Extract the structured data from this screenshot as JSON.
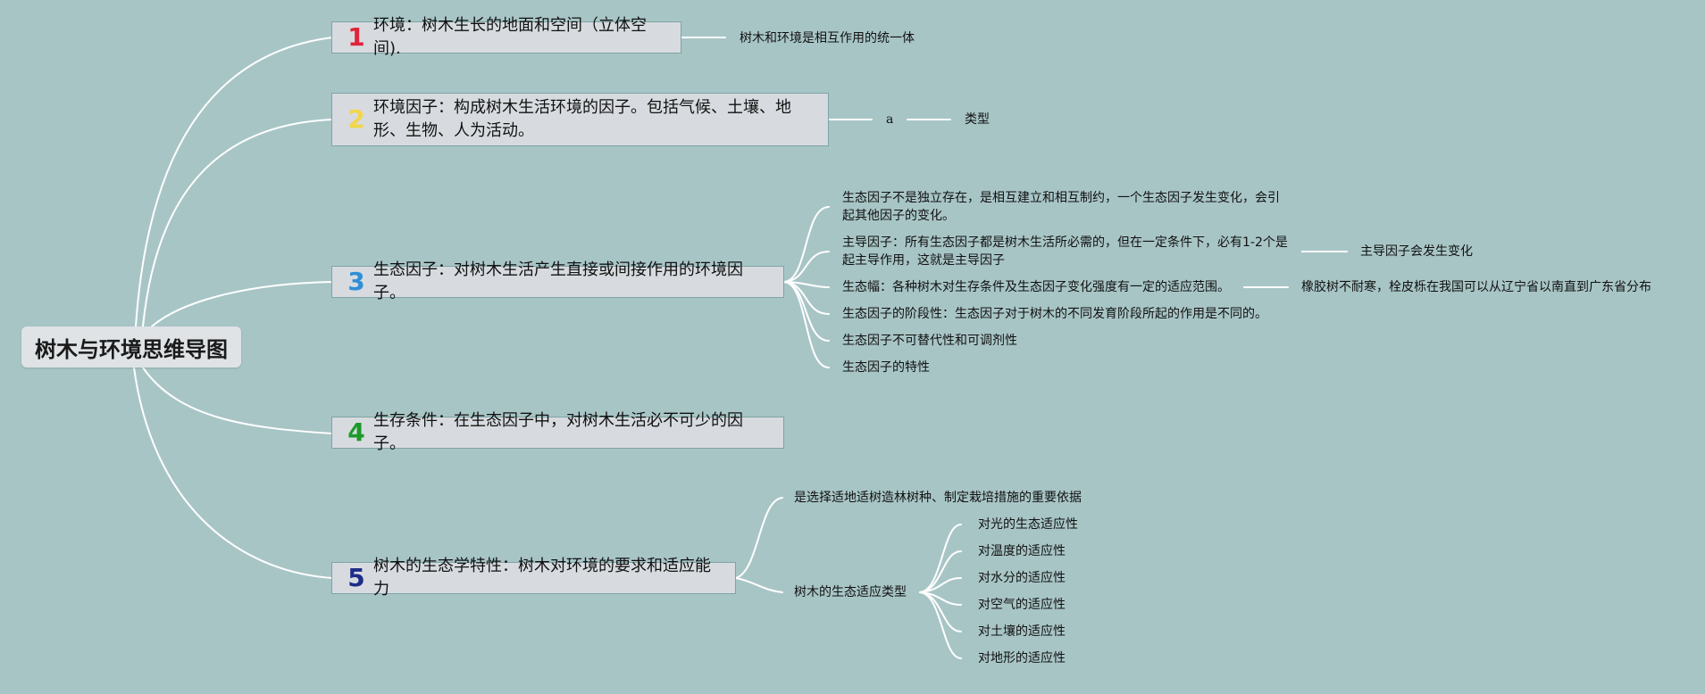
{
  "root": {
    "title": "树木与环境思维导图"
  },
  "topics": [
    {
      "num": "1",
      "color": "#e0243c",
      "text": "环境：树木生长的地面和空间（立体空间)."
    },
    {
      "num": "2",
      "color": "#f2d64b",
      "text": "环境因子：构成树木生活环境的因子。包括气候、土壤、地形、生物、人为活动。"
    },
    {
      "num": "3",
      "color": "#2e8fd6",
      "text": "生态因子：对树木生活产生直接或间接作用的环境因子。"
    },
    {
      "num": "4",
      "color": "#1b9a2a",
      "text": "生存条件：在生态因子中，对树木生活必不可少的因子。"
    },
    {
      "num": "5",
      "color": "#1d2d87",
      "text": "树木的生态学特性：树木对环境的要求和适应能力"
    }
  ],
  "t1_sub": "树木和环境是相互作用的统一体",
  "t2_sub": {
    "a": "a",
    "type": "类型"
  },
  "t3_subs": [
    "生态因子不是独立存在，是相互建立和相互制约，一个生态因子发生变化，会引起其他因子的变化。",
    "主导因子：所有生态因子都是树木生活所必需的，但在一定条件下，必有1-2个是起主导作用，这就是主导因子",
    "生态幅：各种树木对生存条件及生态因子变化强度有一定的适应范围。",
    "生态因子的阶段性：生态因子对于树木的不同发育阶段所起的作用是不同的。",
    "生态因子不可替代性和可调剂性",
    "生态因子的特性"
  ],
  "t3_leader_note": "主导因子会发生变化",
  "t3_range_note": "橡胶树不耐寒，栓皮栎在我国可以从辽宁省以南直到广东省分布",
  "t5_subs": {
    "basis": "是选择适地适树造林树种、制定栽培措施的重要依据",
    "types_label": "树木的生态适应类型",
    "types": [
      "对光的生态适应性",
      "对温度的适应性",
      "对水分的适应性",
      "对空气的适应性",
      "对土壤的适应性",
      "对地形的适应性"
    ]
  }
}
